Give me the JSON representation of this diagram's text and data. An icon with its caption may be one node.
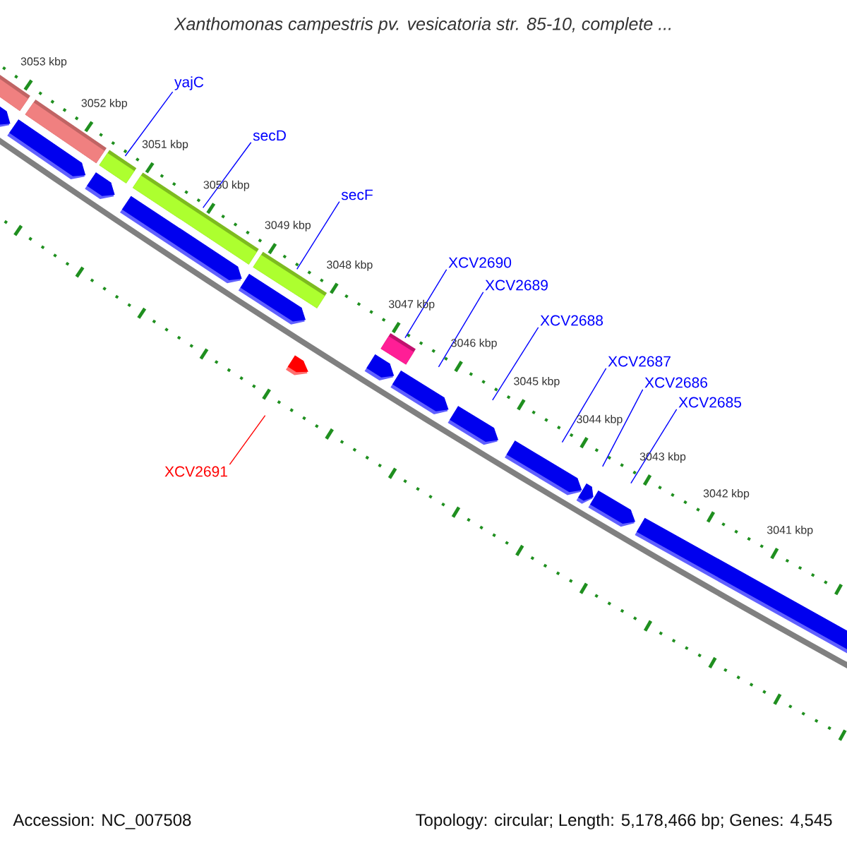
{
  "diagram": {
    "title": "Xanthomonas campestris pv. vesicatoria str. 85-10, complete ...",
    "nodes": [
      {
        "text": [
          "yajC"
        ]
      },
      {
        "text": [
          "secD"
        ]
      },
      {
        "text": [
          "secF"
        ]
      },
      {
        "text": [
          "XCV2690"
        ]
      },
      {
        "text": [
          "XCV2689"
        ]
      },
      {
        "text": [
          "XCV2688"
        ]
      },
      {
        "text": [
          "XCV2687"
        ]
      },
      {
        "text": [
          "XCV2686"
        ]
      },
      {
        "text": [
          "XCV2685"
        ]
      },
      {
        "text": [
          "XCV2691"
        ]
      },
      {
        "text": [],
        "shape": "bar"
      },
      {
        "text": [],
        "shape": "bar"
      },
      {
        "text": [],
        "shape": "bar"
      },
      {
        "text": [],
        "shape": "bar"
      },
      {
        "text": [],
        "shape": "bar"
      },
      {
        "text": [],
        "shape": "bar"
      },
      {
        "text": [],
        "shape": "bar"
      },
      {
        "text": [],
        "shape": "bar"
      },
      {
        "text": [],
        "shape": "bar"
      },
      {
        "text": [],
        "shape": "bar"
      },
      {
        "text": [],
        "shape": "bar"
      },
      {
        "text": [],
        "shape": "bar"
      },
      {
        "text": [],
        "shape": "bar"
      },
      {
        "text": [],
        "shape": "bar"
      },
      {
        "text": [],
        "shape": "bar"
      },
      {
        "text": [],
        "shape": "bar"
      },
      {
        "text": [],
        "shape": "bar"
      },
      {
        "text": [],
        "shape": "bar"
      },
      {
        "text": [],
        "shape": "bar"
      }
    ],
    "edges": [
      {
        "from": 0,
        "to": 12,
        "arrow": "none"
      },
      {
        "from": 1,
        "to": 13,
        "arrow": "none"
      },
      {
        "from": 2,
        "to": 14,
        "arrow": "none"
      },
      {
        "from": 3,
        "to": 15,
        "arrow": "none"
      },
      {
        "from": 4,
        "to": 22,
        "arrow": "none"
      },
      {
        "from": 5,
        "to": 23,
        "arrow": "none"
      },
      {
        "from": 6,
        "to": 24,
        "arrow": "none"
      },
      {
        "from": 7,
        "to": 25,
        "arrow": "none"
      },
      {
        "from": 8,
        "to": 26,
        "arrow": "none"
      },
      {
        "from": 9,
        "to": 28,
        "arrow": "none",
        "color": "#ff0000"
      }
    ],
    "labels": [
      "3053 kbp",
      "3052 kbp",
      "3051 kbp",
      "3050 kbp",
      "3049 kbp",
      "3048 kbp",
      "3047 kbp",
      "3046 kbp",
      "3045 kbp",
      "3044 kbp",
      "3043 kbp",
      "3042 kbp",
      "3041 kbp",
      "Accession: NC_007508",
      "Topology: circular; Length: 5,178,466 bp; Genes: 4,545"
    ]
  }
}
